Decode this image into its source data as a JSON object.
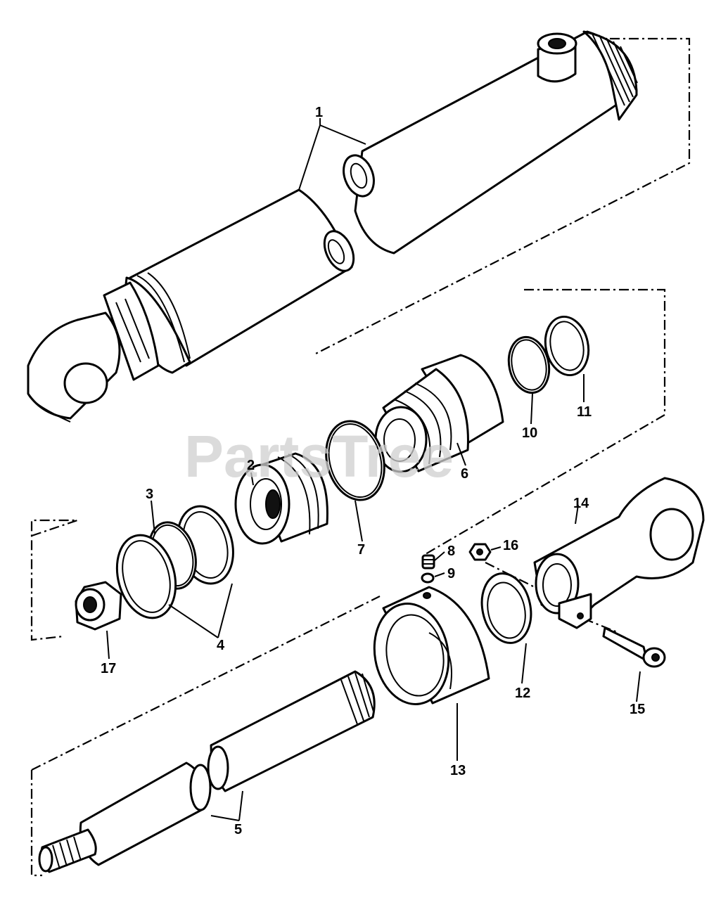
{
  "diagram": {
    "watermark": "PartsTree",
    "callouts": [
      "1",
      "2",
      "3",
      "4",
      "5",
      "6",
      "7",
      "8",
      "9",
      "10",
      "11",
      "12",
      "13",
      "14",
      "15",
      "16",
      "17"
    ]
  },
  "colors": {
    "line": "#000000",
    "background": "#ffffff",
    "watermark": "#cfcfcf"
  }
}
